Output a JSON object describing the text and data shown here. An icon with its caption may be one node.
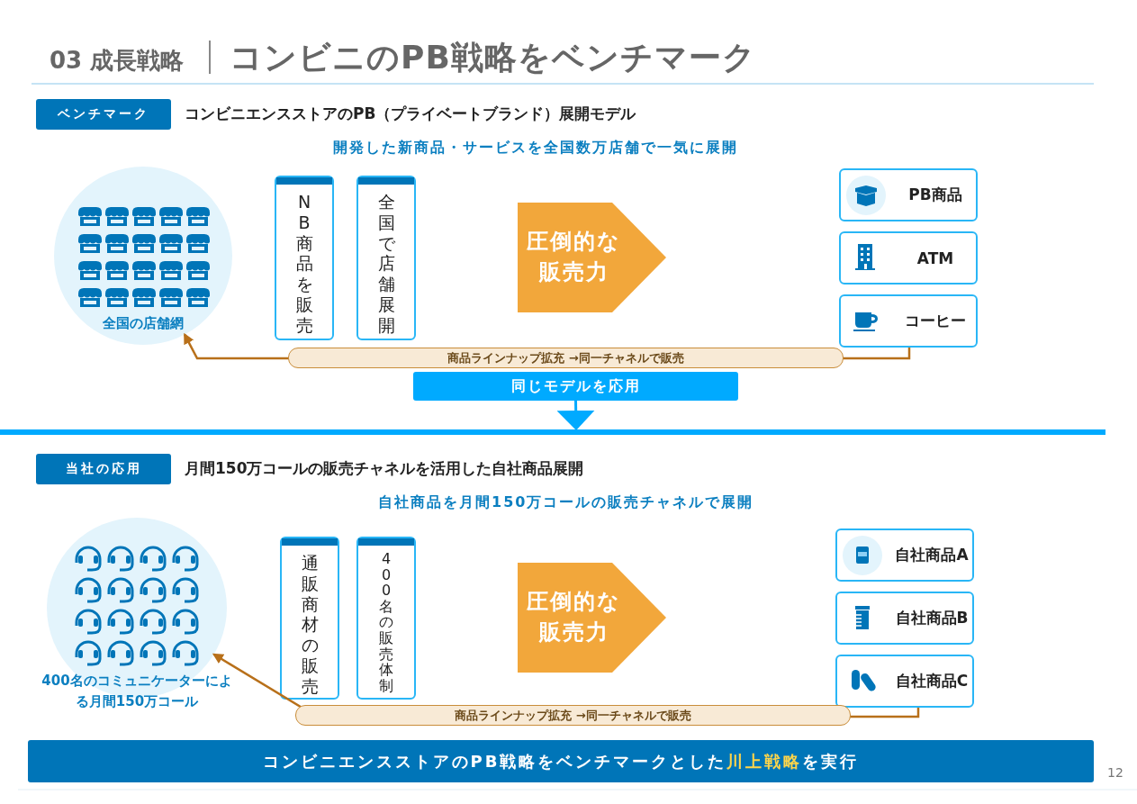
{
  "diagram": {
    "title": "コンビニのPB戦略をベンチマーク",
    "nodes": [
      {
        "text": [
          "ベンチマーク"
        ],
        "beside": [
          "コンビニエンスストアのPB（プライベートブランド）展開モデル"
        ]
      },
      {
        "text": [
          "全国の店舗網"
        ]
      },
      {
        "text": [
          "NB商品を販売"
        ]
      },
      {
        "text": [
          "全国で店舗展開"
        ]
      },
      {
        "text": [
          "圧倒的な販売力"
        ]
      },
      {
        "text": [
          "PB商品"
        ]
      },
      {
        "text": [
          "ATM"
        ]
      },
      {
        "text": [
          "コーヒー"
        ]
      },
      {
        "text": [
          "同じモデルを応用"
        ]
      },
      {
        "text": [
          "当社の応用"
        ],
        "beside": [
          "月間150万コールの販売チャネルを活用した自社商品展開"
        ]
      },
      {
        "text": [
          "400名のコミュニケーターによる月間150万コール"
        ]
      },
      {
        "text": [
          "通販商材の販売"
        ]
      },
      {
        "text": [
          "400名の販売体制"
        ]
      },
      {
        "text": [
          "圧倒的な販売力"
        ]
      },
      {
        "text": [
          "自社商品A"
        ]
      },
      {
        "text": [
          "自社商品B"
        ]
      },
      {
        "text": [
          "自社商品C"
        ]
      },
      {
        "text": [
          "コンビニエンスストアのPB戦略をベンチマークとした**川上戦略**を実行"
        ]
      }
    ],
    "edges": [
      {
        "from": 7,
        "to": 1,
        "arrow": "to",
        "label": "商品ラインナップ拡充 →同一チャネルで販売"
      },
      {
        "from": 8,
        "to": null,
        "arrow": "to",
        "color": "#00aaff"
      },
      {
        "from": 16,
        "to": 10,
        "arrow": "to",
        "label": "商品ラインナップ拡充 →同一チャネルで販売"
      }
    ],
    "labels": [
      "03 成長戦略",
      "開発した新商品・サービスを全国数万店舗で一気に展開",
      "自社商品を月間150万コールの販売チャネルで展開",
      "12"
    ]
  }
}
